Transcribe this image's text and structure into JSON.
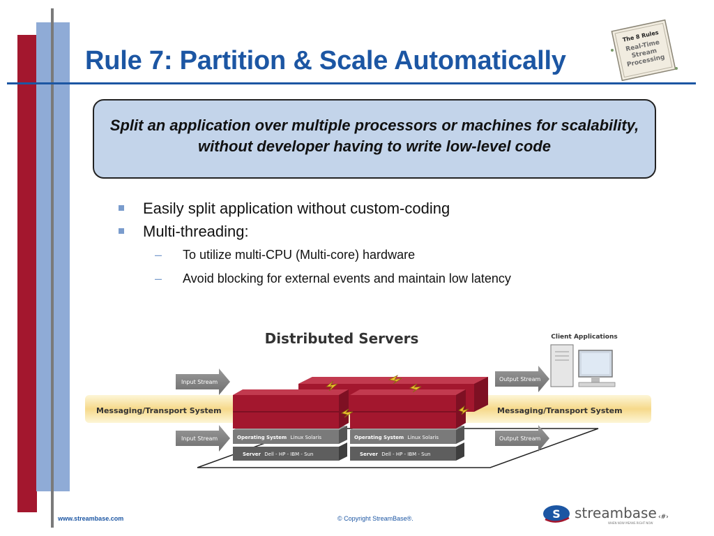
{
  "slide": {
    "title": "Rule 7: Partition & Scale Automatically",
    "badge": {
      "line1": "The 8 Rules",
      "line2": "Real-Time",
      "line3": "Stream",
      "line4": "Processing"
    },
    "callout": "Split an application over multiple processors or machines for scalability, without developer having to write low-level code",
    "bullets": [
      {
        "text": "Easily split application without custom-coding"
      },
      {
        "text": "Multi-threading:",
        "sub": [
          "To utilize multi-CPU (Multi-core) hardware",
          "Avoid blocking for external events and maintain low latency"
        ]
      }
    ]
  },
  "diagram": {
    "title": "Distributed Servers",
    "client_label": "Client Applications",
    "input_stream": "Input Stream",
    "output_stream": "Output Stream",
    "messaging": "Messaging/Transport System",
    "os_label": "Operating System",
    "os_values": "Linux Solaris",
    "server_label": "Server",
    "server_values": "Dell - HP - IBM - Sun"
  },
  "footer": {
    "url": "www.streambase.com",
    "copyright": "© Copyright StreamBase®.",
    "logo_text": "streambase",
    "tagline": "WHEN NOW MEANS RIGHT NOW",
    "page": "‹#›"
  },
  "colors": {
    "title_blue": "#1c56a3",
    "sidebar_red": "#a3172e",
    "sidebar_blue": "#8fabd6",
    "callout_bg": "#c3d4ea",
    "server_red": "#a3172e"
  }
}
